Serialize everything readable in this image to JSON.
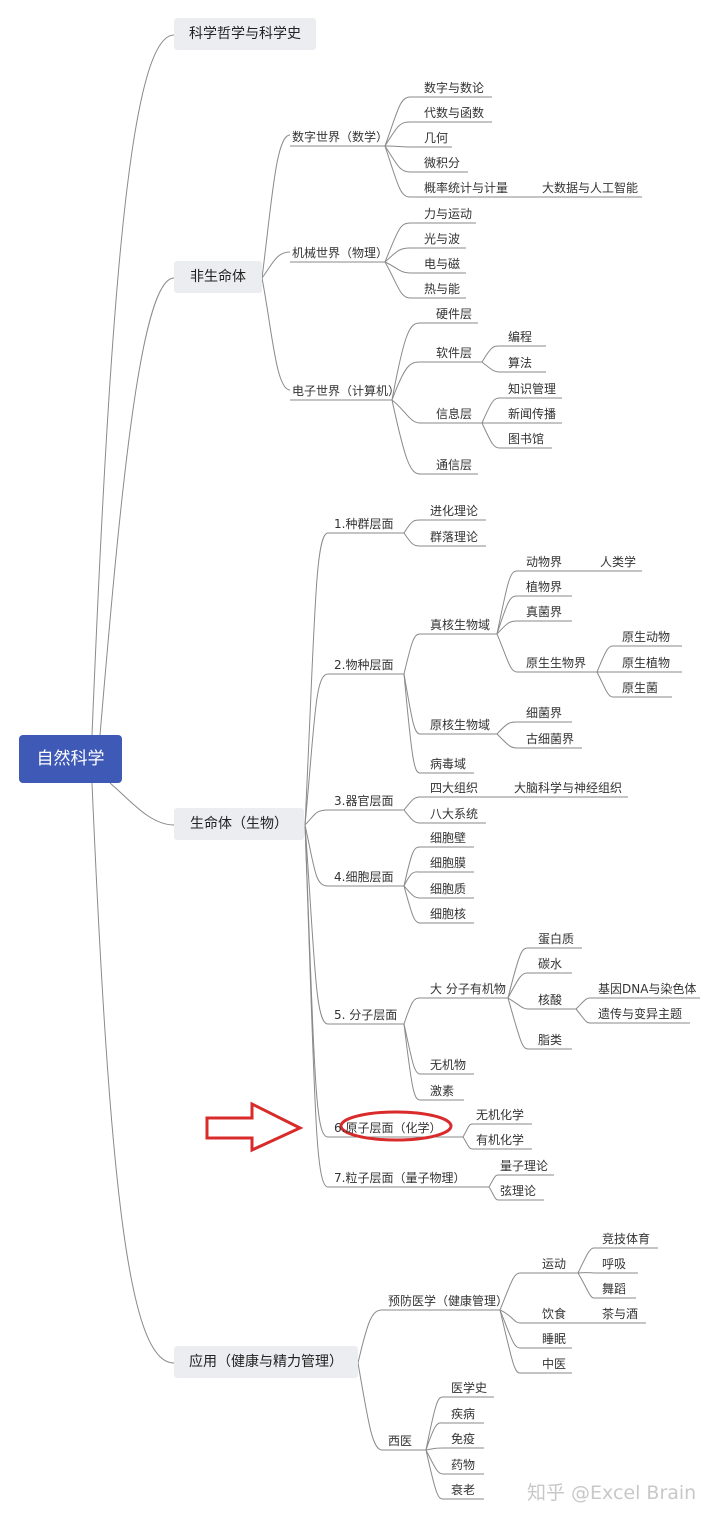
{
  "root": "自然科学",
  "l1": {
    "phil": "科学哲学与科学史",
    "nonlife": "非生命体",
    "life": "生命体（生物）",
    "app": "应用（健康与精力管理）"
  },
  "math": {
    "title": "数字世界（数学）",
    "items": [
      "数字与数论",
      "代数与函数",
      "几何",
      "微积分",
      "概率统计与计量"
    ],
    "sub": "大数据与人工智能"
  },
  "mech": {
    "title": "机械世界（物理）",
    "items": [
      "力与运动",
      "光与波",
      "电与磁",
      "热与能"
    ]
  },
  "elec": {
    "title": "电子世界（计算机）",
    "hw": "硬件层",
    "sw": "软件层",
    "sw_items": [
      "编程",
      "算法"
    ],
    "info": "信息层",
    "info_items": [
      "知识管理",
      "新闻传播",
      "图书馆"
    ],
    "comm": "通信层"
  },
  "bio": {
    "pop": "1.种群层面",
    "pop_items": [
      "进化理论",
      "群落理论"
    ],
    "species": "2.物种层面",
    "euk": "真核生物域",
    "animal": "动物界",
    "human": "人类学",
    "plant": "植物界",
    "fungi": "真菌界",
    "protist": "原生生物界",
    "protist_items": [
      "原生动物",
      "原生植物",
      "原生菌"
    ],
    "prok": "原核生物域",
    "prok_items": [
      "细菌界",
      "古细菌界"
    ],
    "virus": "病毒域",
    "organ": "3.器官层面",
    "tissue": "四大组织",
    "brain": "大脑科学与神经组织",
    "systems": "八大系统",
    "cell": "4.细胞层面",
    "cell_items": [
      "细胞壁",
      "细胞膜",
      "细胞质",
      "细胞核"
    ],
    "mol": "5. 分子层面",
    "macro": "大 分子有机物",
    "protein": "蛋白质",
    "carb": "碳水",
    "nucleic": "核酸",
    "nucleic_items": [
      "基因DNA与染色体",
      "遗传与变异主题"
    ],
    "lipid": "脂类",
    "inorg": "无机物",
    "hormone": "激素",
    "atom": "6.原子层面（化学）",
    "atom_items": [
      "无机化学",
      "有机化学"
    ],
    "particle": "7.粒子层面（量子物理）",
    "particle_items": [
      "量子理论",
      "弦理论"
    ]
  },
  "app": {
    "prevent": "预防医学（健康管理）",
    "sport": "运动",
    "sport_items": [
      "竞技体育",
      "呼吸",
      "舞蹈"
    ],
    "diet": "饮食",
    "tea": "茶与酒",
    "sleep": "睡眠",
    "tcm": "中医",
    "west": "西医",
    "west_items": [
      "医学史",
      "疾病",
      "免疫",
      "药物",
      "衰老"
    ]
  },
  "watermark": "知乎 @Excel Brain",
  "colors": {
    "root_bg": "#3f5ab6",
    "l1_bg": "#ecedf1",
    "line": "#8a8a8a",
    "highlight": "#d92b2b"
  }
}
